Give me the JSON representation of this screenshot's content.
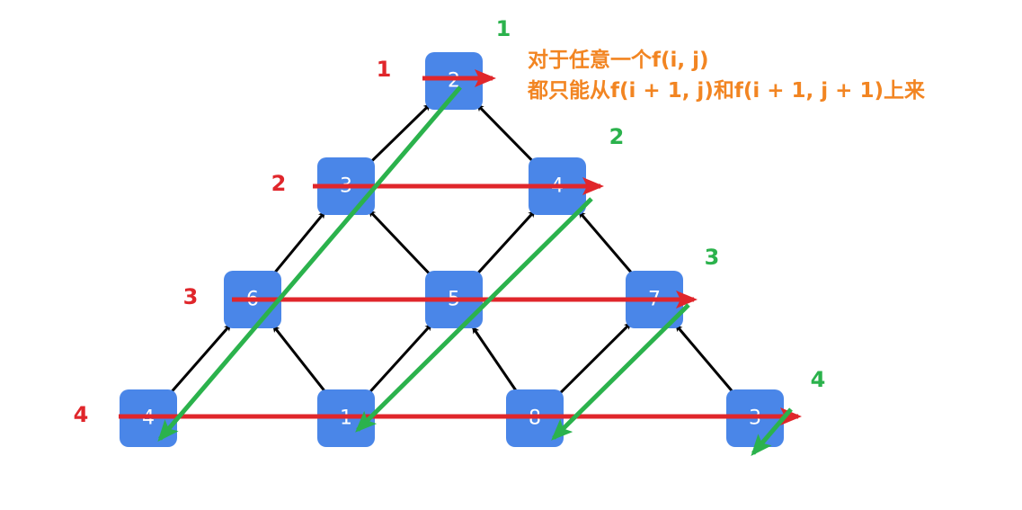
{
  "nodes": [
    {
      "id": "r0c0",
      "value": "2"
    },
    {
      "id": "r1c0",
      "value": "3"
    },
    {
      "id": "r1c1",
      "value": "4"
    },
    {
      "id": "r2c0",
      "value": "6"
    },
    {
      "id": "r2c1",
      "value": "5"
    },
    {
      "id": "r2c2",
      "value": "7"
    },
    {
      "id": "r3c0",
      "value": "4"
    },
    {
      "id": "r3c1",
      "value": "1"
    },
    {
      "id": "r3c2",
      "value": "8"
    },
    {
      "id": "r3c3",
      "value": "3"
    }
  ],
  "edges": [
    {
      "from": "r1c0",
      "to": "r0c0"
    },
    {
      "from": "r1c1",
      "to": "r0c0"
    },
    {
      "from": "r2c0",
      "to": "r1c0"
    },
    {
      "from": "r2c1",
      "to": "r1c0"
    },
    {
      "from": "r2c1",
      "to": "r1c1"
    },
    {
      "from": "r2c2",
      "to": "r1c1"
    },
    {
      "from": "r3c0",
      "to": "r2c0"
    },
    {
      "from": "r3c1",
      "to": "r2c0"
    },
    {
      "from": "r3c1",
      "to": "r2c1"
    },
    {
      "from": "r3c2",
      "to": "r2c1"
    },
    {
      "from": "r3c2",
      "to": "r2c2"
    },
    {
      "from": "r3c3",
      "to": "r2c2"
    }
  ],
  "row_labels": [
    "1",
    "2",
    "3",
    "4"
  ],
  "diagonal_labels": [
    "1",
    "2",
    "3",
    "4"
  ],
  "note": {
    "line1": "对于任意一个f(i, j)",
    "line2": "都只能从f(i + 1, j)和f(i + 1, j + 1)上来"
  },
  "colors": {
    "node": "#4a86e8",
    "row_arrow": "#e0262b",
    "diagonal_arrow": "#2bb24c",
    "note": "#f28522",
    "edge": "#000000"
  }
}
